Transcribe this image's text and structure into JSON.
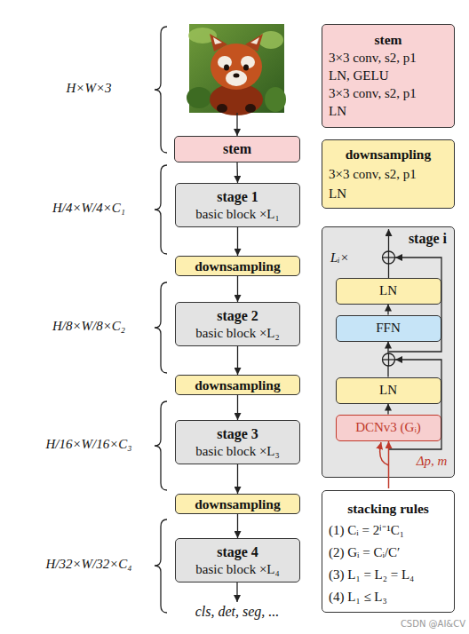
{
  "diagram": {
    "nodes": [
      {
        "text": [
          "stem"
        ]
      },
      {
        "text": [
          "stage 1",
          "basic block ×L₁"
        ]
      },
      {
        "text": [
          "downsampling"
        ]
      },
      {
        "text": [
          "stage 2",
          "basic block ×L₂"
        ]
      },
      {
        "text": [
          "downsampling"
        ]
      },
      {
        "text": [
          "stage 3",
          "basic block ×L₃"
        ]
      },
      {
        "text": [
          "downsampling"
        ]
      },
      {
        "text": [
          "stage 4",
          "basic block ×L₄"
        ]
      },
      {
        "text": [
          "stem",
          "3×3 conv, s2, p1",
          "LN, GELU",
          "3×3 conv, s2, p1",
          "LN"
        ]
      },
      {
        "text": [
          "downsampling",
          "3×3 conv, s2, p1",
          "LN"
        ]
      },
      {
        "text": [
          "stage i",
          "Lᵢ×"
        ]
      },
      {
        "text": [
          "LN"
        ],
        "in": 10
      },
      {
        "text": [
          "FFN"
        ],
        "in": 10
      },
      {
        "text": [
          "LN"
        ],
        "in": 10
      },
      {
        "text": [
          "DCNv3 (Gᵢ)"
        ],
        "in": 10
      },
      {
        "text": [
          "stacking rules",
          "(1) Cᵢ = 2ⁱ⁻¹C₁",
          "(2) Gᵢ = Cᵢ/C′",
          "(3) L₁ = L₂ = L₄",
          "(4) L₁ ≤ L₃"
        ]
      }
    ],
    "edges": [
      {
        "from": 0,
        "to": 1,
        "arrow": "to"
      },
      {
        "from": 1,
        "to": 2,
        "arrow": "to"
      },
      {
        "from": 2,
        "to": 3,
        "arrow": "to"
      },
      {
        "from": 3,
        "to": 4,
        "arrow": "to"
      },
      {
        "from": 4,
        "to": 5,
        "arrow": "to"
      },
      {
        "from": 5,
        "to": 6,
        "arrow": "to"
      },
      {
        "from": 6,
        "to": 7,
        "arrow": "to"
      },
      {
        "from": 14,
        "to": 13,
        "arrow": "to"
      },
      {
        "from": 13,
        "to": 12,
        "arrow": "to"
      },
      {
        "from": 12,
        "to": 11,
        "arrow": "to"
      }
    ],
    "labels": [
      "H×W×3",
      "H/4×W/4×C₁",
      "H/8×W/8×C₂",
      "H/16×W/16×C₃",
      "H/32×W/32×C₄",
      "cls, det, seg, ...",
      "Δp, m",
      "CSDN @AI&CV"
    ]
  }
}
